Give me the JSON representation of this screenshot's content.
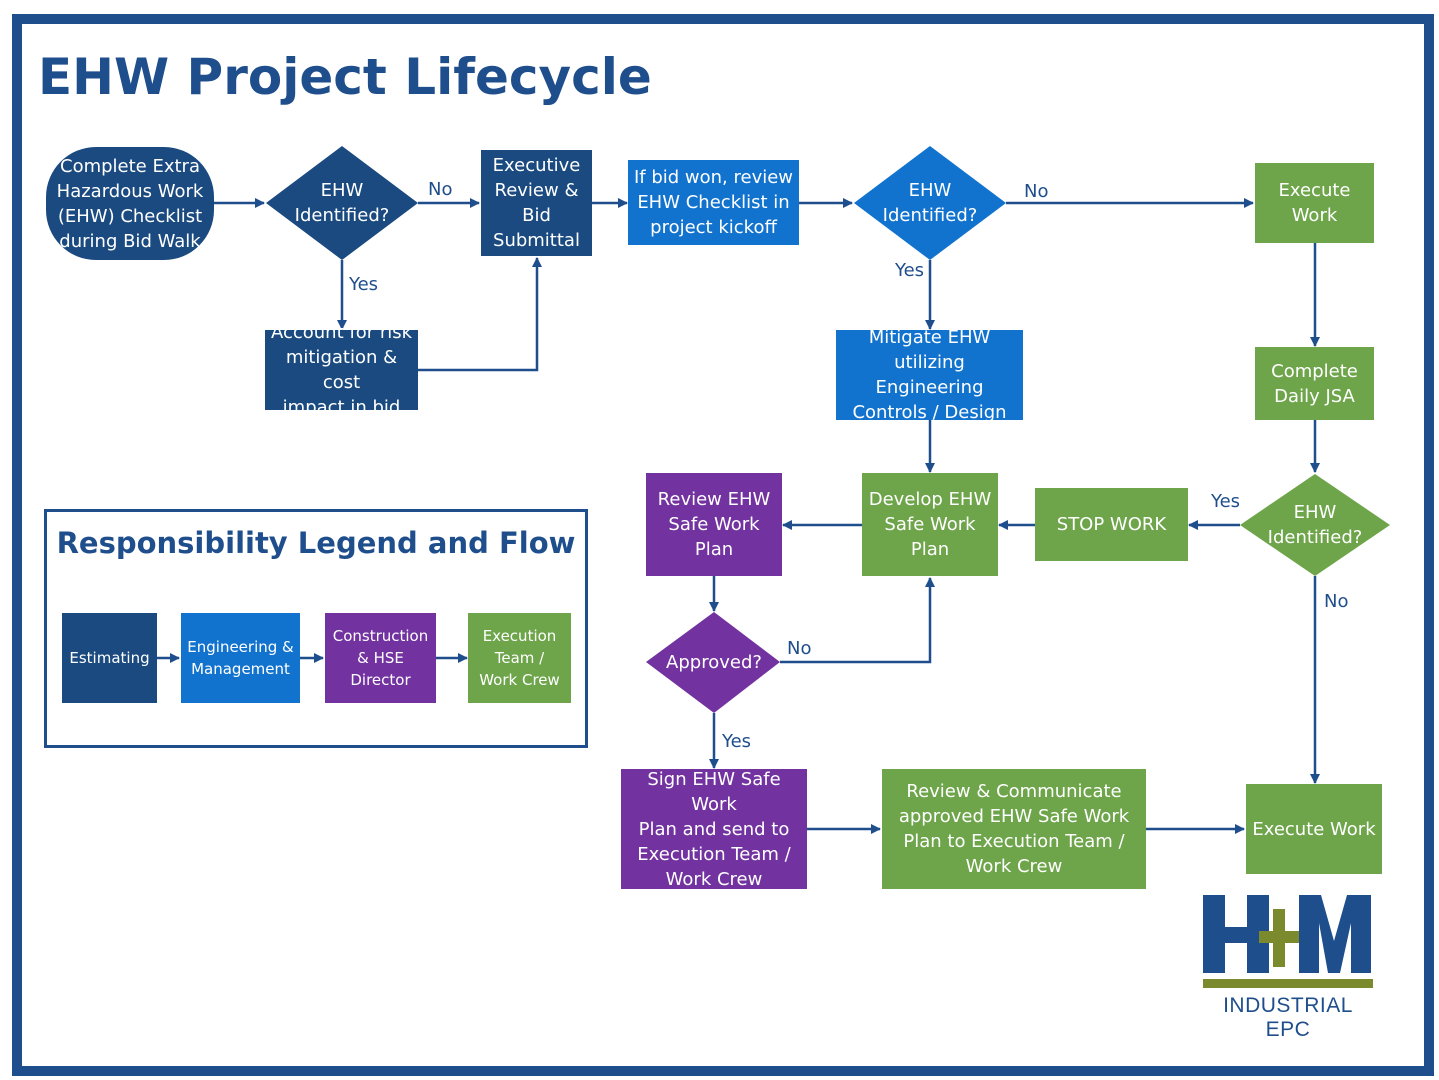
{
  "title": "EHW Project Lifecycle",
  "colors": {
    "estimating": "#1a4a80",
    "engineering": "#1273cf",
    "construction": "#7232a0",
    "execution": "#6ea54a",
    "frame": "#1f4e8c"
  },
  "nodes": {
    "start": "Complete Extra\nHazardous Work\n(EHW) Checklist\nduring Bid Walk",
    "ehw1": "EHW\nIdentified?",
    "account": "Account for risk\nmitigation & cost\nimpact in bid",
    "exec_review": "Executive\nReview &\nBid\nSubmittal",
    "bid_won": "If bid won, review\nEHW Checklist in\nproject kickoff",
    "ehw2": "EHW\nIdentified?",
    "mitigate": "Mitigate EHW\nutilizing Engineering\nControls / Design",
    "execute_top": "Execute\nWork",
    "daily_jsa": "Complete\nDaily JSA",
    "ehw3": "EHW\nIdentified?",
    "stop_work": "STOP WORK",
    "develop": "Develop EHW\nSafe Work Plan",
    "review": "Review EHW\nSafe Work Plan",
    "approved": "Approved?",
    "sign": "Sign EHW Safe Work\nPlan and send to\nExecution Team /\nWork Crew",
    "communicate": "Review & Communicate\napproved EHW Safe Work\nPlan to Execution Team /\nWork Crew",
    "execute_bottom": "Execute Work"
  },
  "edge_labels": {
    "ehw1_no": "No",
    "ehw1_yes": "Yes",
    "ehw2_no": "No",
    "ehw2_yes": "Yes",
    "ehw3_yes": "Yes",
    "ehw3_no": "No",
    "approved_no": "No",
    "approved_yes": "Yes"
  },
  "legend": {
    "title": "Responsibility Legend and Flow",
    "items": [
      {
        "label": "Estimating",
        "color": "#1a4a80"
      },
      {
        "label": "Engineering &\nManagement",
        "color": "#1273cf"
      },
      {
        "label": "Construction\n& HSE\nDirector",
        "color": "#7232a0"
      },
      {
        "label": "Execution\nTeam /\nWork Crew",
        "color": "#6ea54a"
      }
    ]
  },
  "logo": {
    "mark": "H+M",
    "text": "INDUSTRIAL EPC"
  }
}
